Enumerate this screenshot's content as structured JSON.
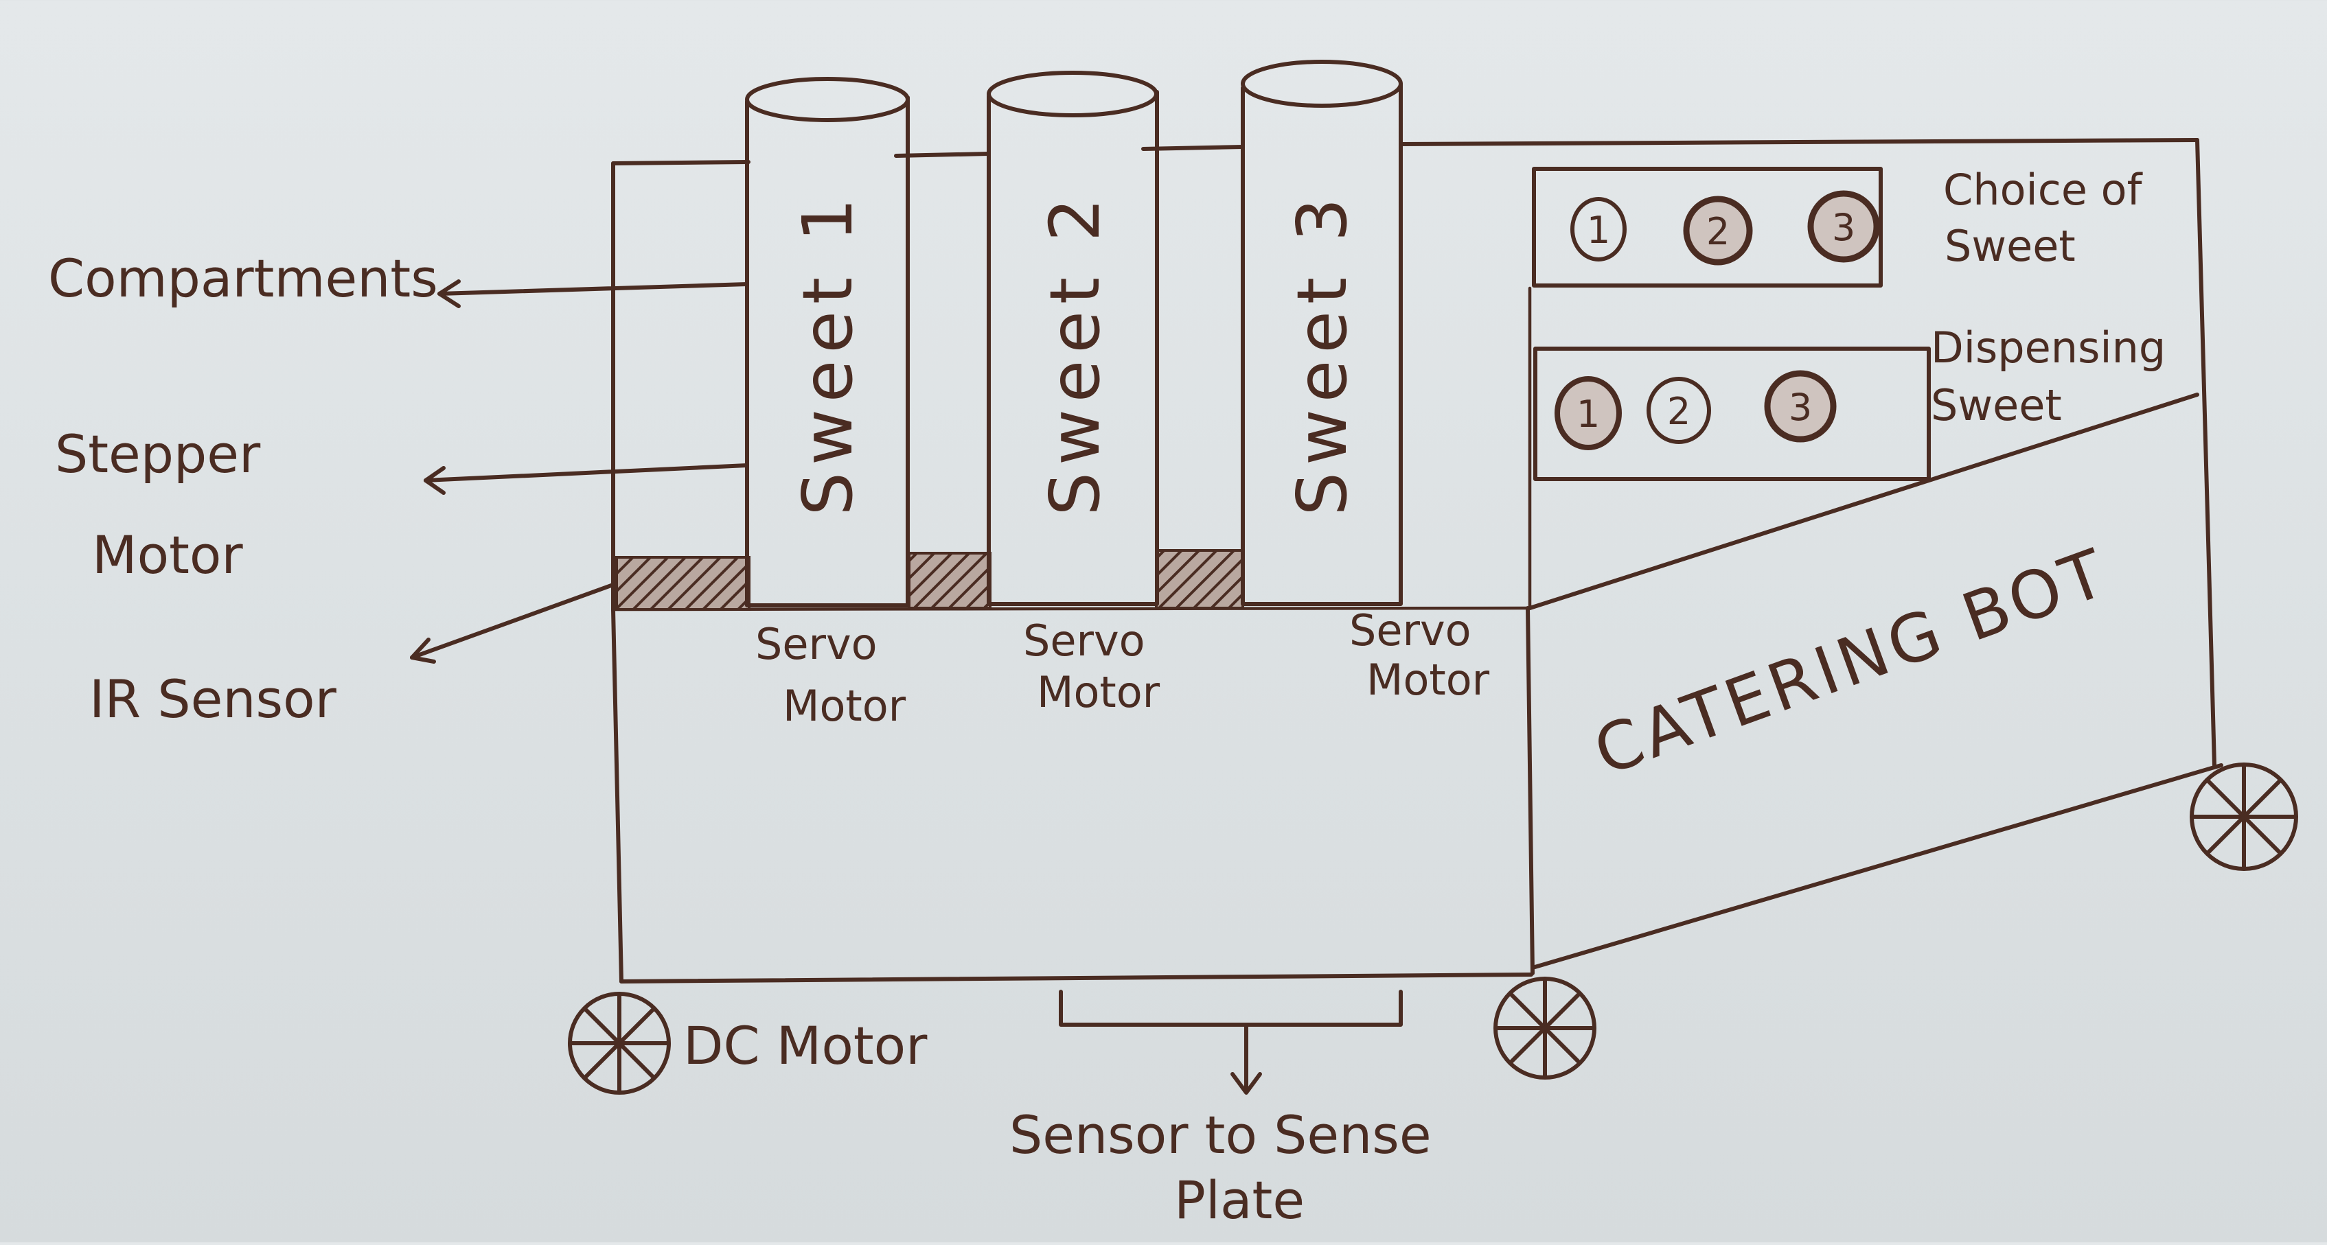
{
  "diagram": {
    "compartments": [
      {
        "label": "Sweet 1",
        "motor_label": "Servo Motor"
      },
      {
        "label": "Sweet 2",
        "motor_label": "Servo Motor"
      },
      {
        "label": "Sweet 3",
        "motor_label": "Servo Motor"
      }
    ],
    "left_labels": {
      "compartments": "Compartments",
      "stepper_motor_line1": "Stepper",
      "stepper_motor_line2": "Motor",
      "ir_sensor": "IR Sensor"
    },
    "panels": {
      "choice": {
        "label_line1": "Choice of",
        "label_line2": "Sweet",
        "buttons": [
          "1",
          "2",
          "3"
        ]
      },
      "dispensing": {
        "label_line1": "Dispensing",
        "label_line2": "Sweet",
        "buttons": [
          "1",
          "2",
          "3"
        ]
      }
    },
    "bot_name": "CATERING BOT",
    "bottom_labels": {
      "dc_motor": "DC Motor",
      "plate_sensor_line1": "Sensor to Sense",
      "plate_sensor_line2": "Plate"
    }
  },
  "colors": {
    "ink": "#4a2c22",
    "paper": "#e0e5e7"
  }
}
